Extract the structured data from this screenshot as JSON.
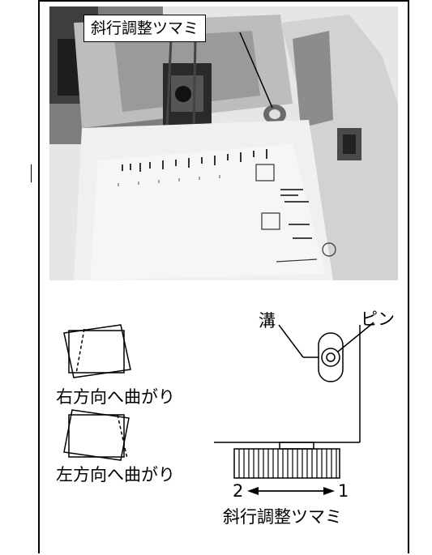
{
  "photo": {
    "callout_label": "斜行調整ツマミ"
  },
  "skew_examples": [
    {
      "label": "右方向へ曲がり"
    },
    {
      "label": "左方向へ曲がり"
    }
  ],
  "knob_diagram": {
    "groove_label": "溝",
    "pin_label": "ピン",
    "direction_left": "2",
    "direction_right": "1",
    "knob_label": "斜行調整ツマミ"
  }
}
